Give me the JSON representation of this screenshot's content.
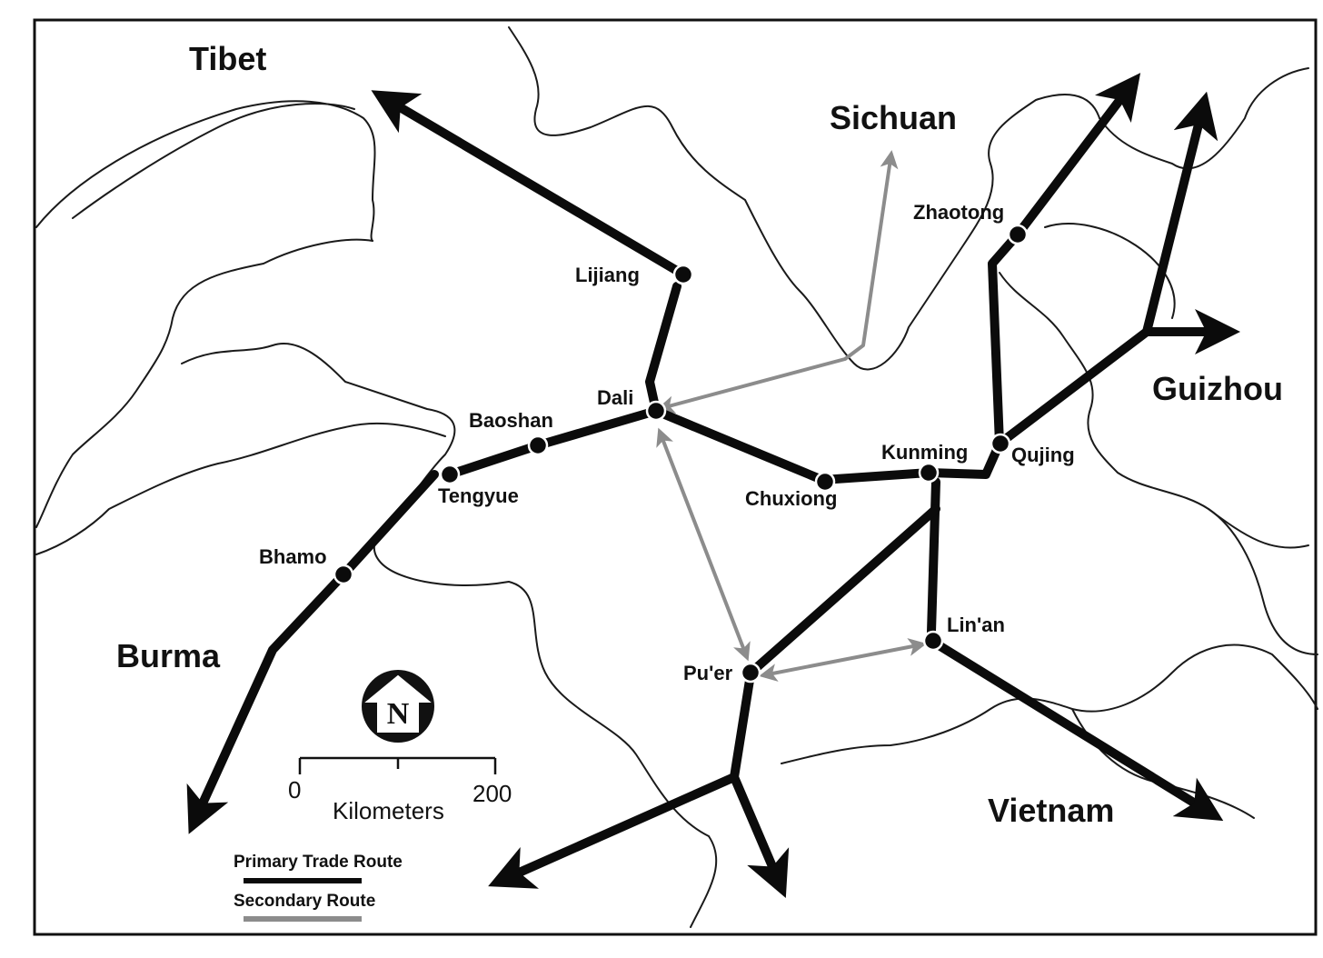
{
  "regions": {
    "tibet": "Tibet",
    "sichuan": "Sichuan",
    "guizhou": "Guizhou",
    "burma": "Burma",
    "vietnam": "Vietnam"
  },
  "cities": {
    "lijiang": "Lijiang",
    "dali": "Dali",
    "baoshan": "Baoshan",
    "tengyue": "Tengyue",
    "bhamo": "Bhamo",
    "chuxiong": "Chuxiong",
    "kunming": "Kunming",
    "qujing": "Qujing",
    "zhaotong": "Zhaotong",
    "linan": "Lin'an",
    "puer": "Pu'er"
  },
  "compass": {
    "letter": "N"
  },
  "scale_bar": {
    "min_label": "0",
    "max_label": "200",
    "unit": "Kilometers"
  },
  "legend": {
    "primary_label": "Primary Trade Route",
    "secondary_label": "Secondary Route",
    "primary_color": "#0b0b0b",
    "secondary_color": "#8c8c8c"
  }
}
